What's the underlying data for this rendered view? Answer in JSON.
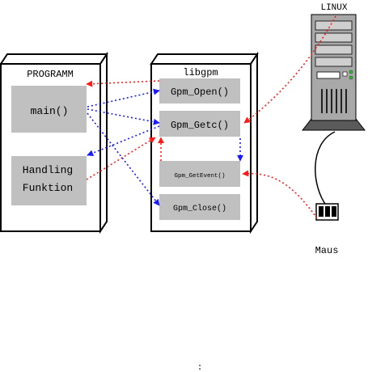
{
  "colors": {
    "box_fill": "#c0c0c0",
    "box_edge": "#000000",
    "arrow_red": "#ff1a1a",
    "arrow_blue": "#1a1aff",
    "tower": "#a8a8a8",
    "tower_light": "#cfcfcf",
    "tower_dark": "#5a5a5a"
  },
  "program": {
    "title": "PROGRAMM",
    "main_label": "main()",
    "handler_line1": "Handling",
    "handler_line2": "Funktion"
  },
  "libgpm": {
    "title": "libgpm",
    "open": "Gpm_Open()",
    "getc": "Gpm_Getc()",
    "getevent": "Gpm_GetEvent()",
    "close": "Gpm_Close()"
  },
  "linux": {
    "label": "LINUX"
  },
  "mouse": {
    "label": "Maus"
  },
  "footer": {
    "mark": ":"
  }
}
